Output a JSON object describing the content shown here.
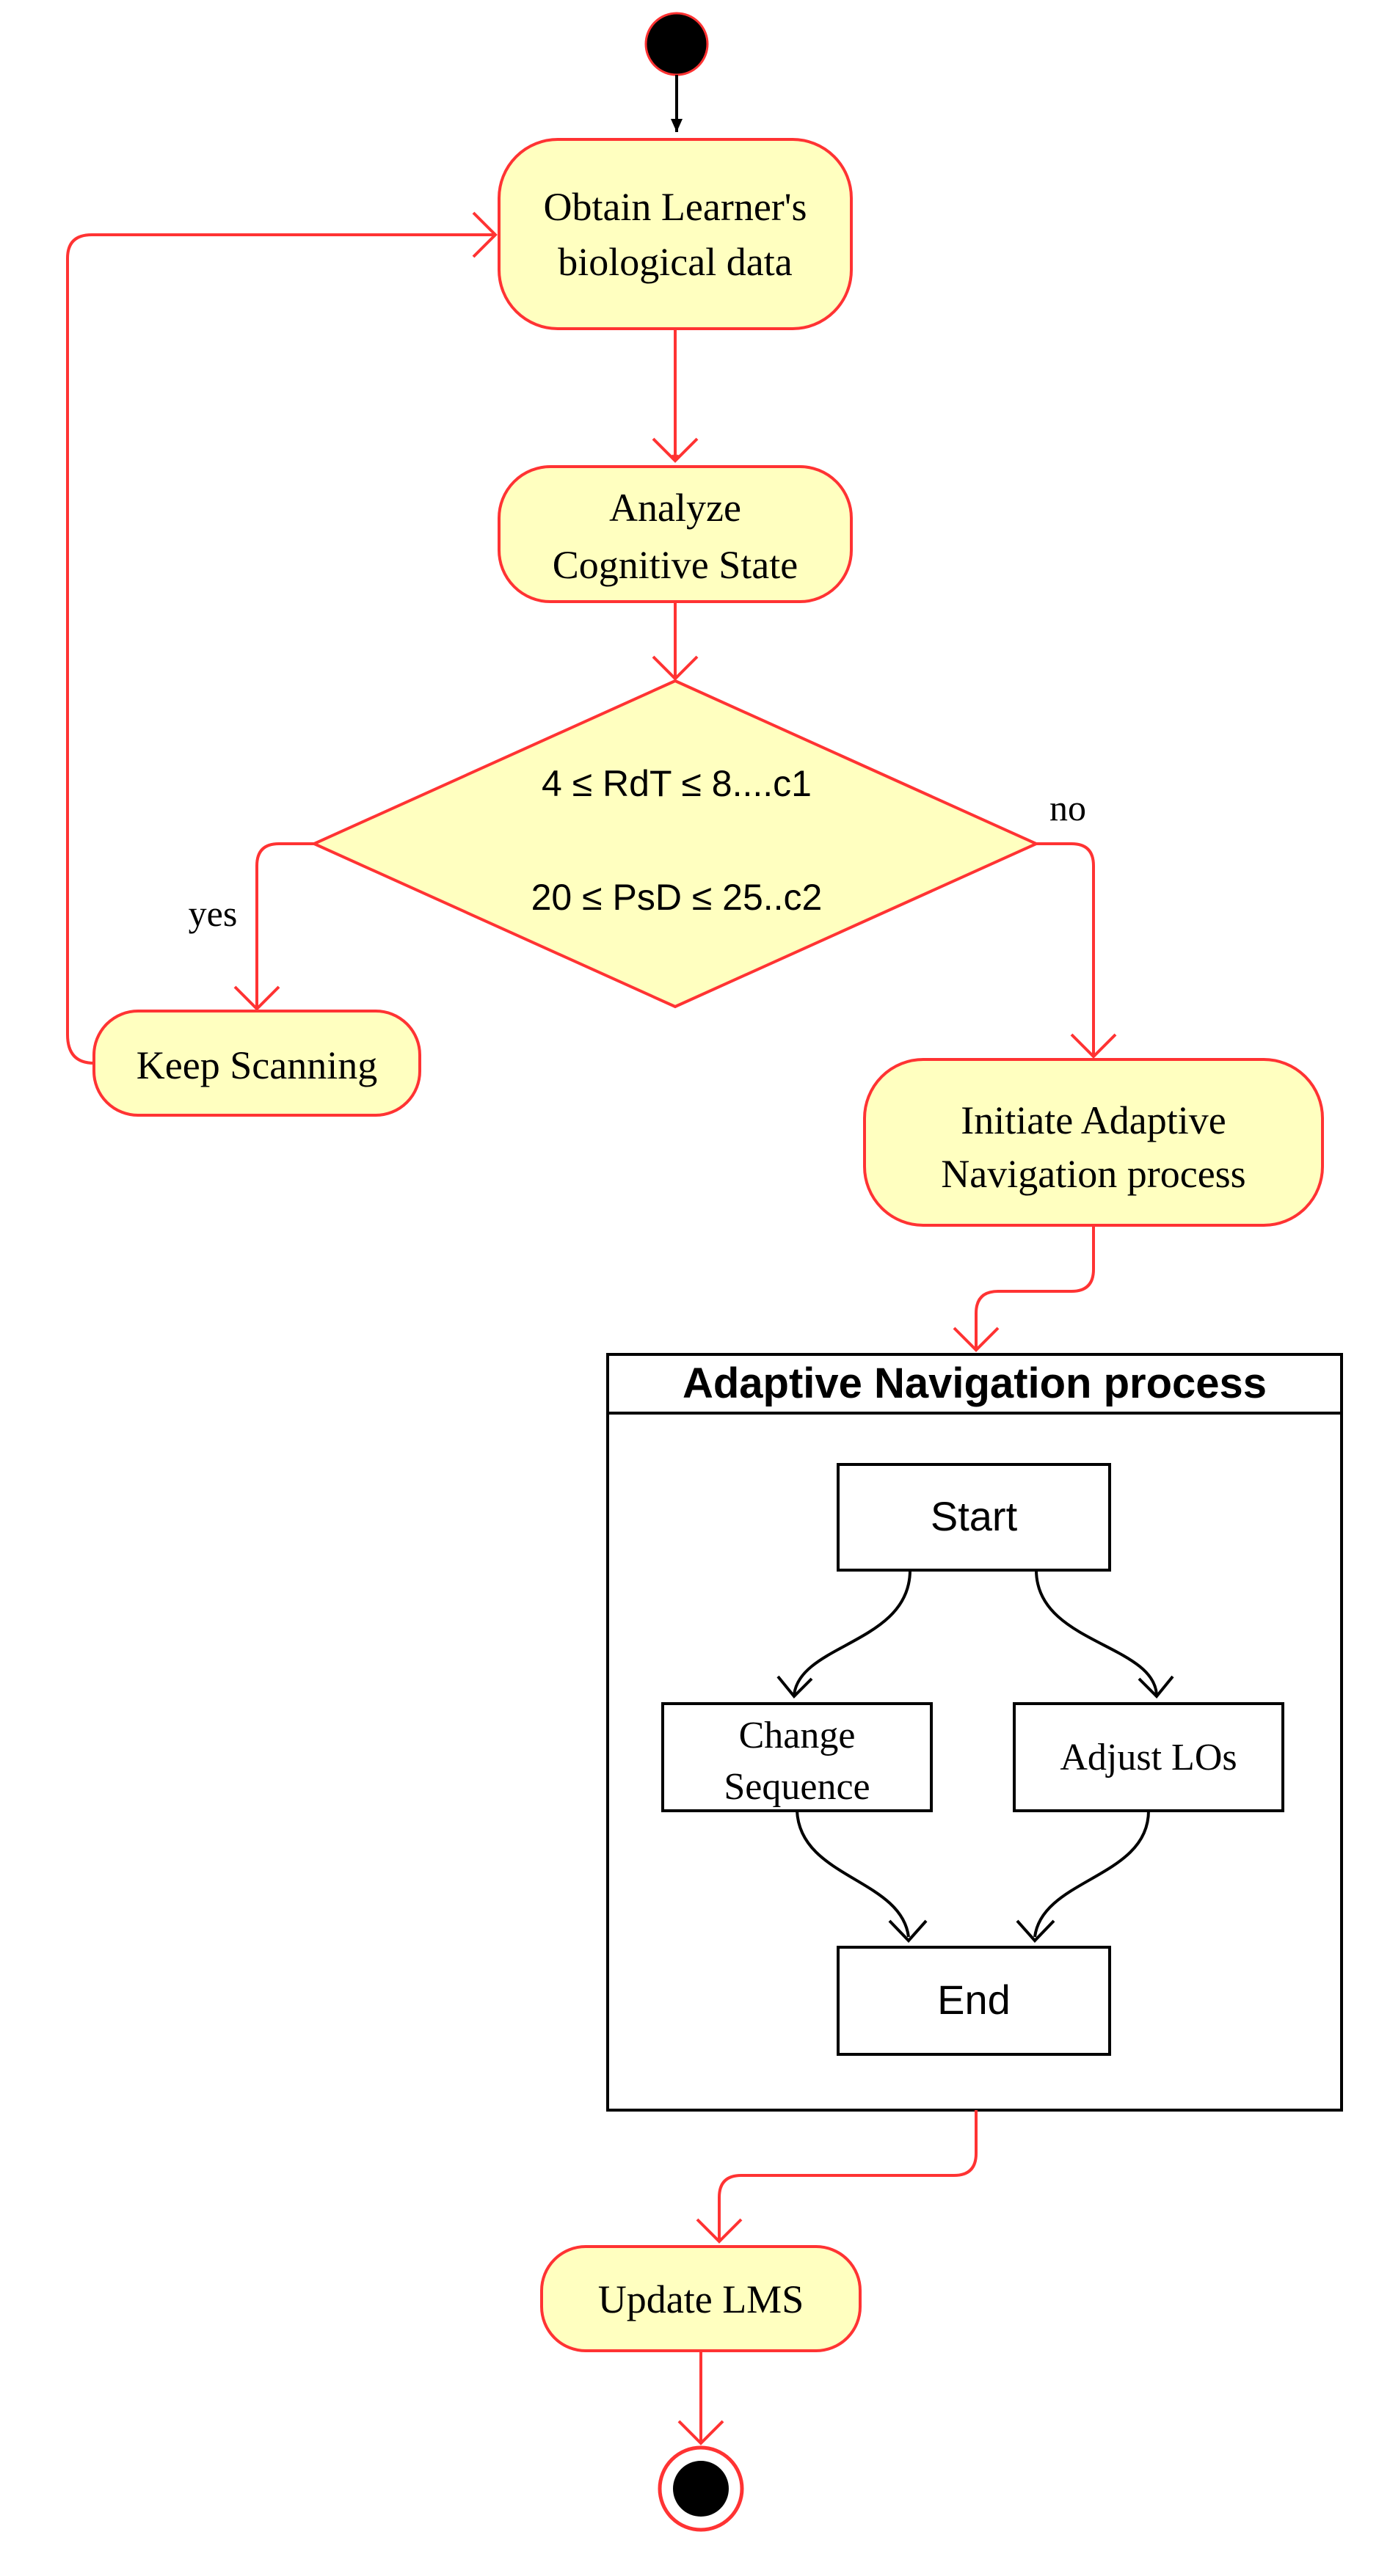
{
  "colors": {
    "flow_stroke": "#ff3333",
    "node_fill": "#ffffc0",
    "node_stroke": "#ff3333",
    "inner_stroke": "#000000",
    "background": "#ffffff"
  },
  "nodes": {
    "obtain": {
      "line1": "Obtain Learner's",
      "line2": "biological data"
    },
    "analyze": {
      "line1": "Analyze",
      "line2": "Cognitive State"
    },
    "decision": {
      "line1": "4 ≤  RdT ≤ 8....c1",
      "line2": "20 ≤ PsD ≤ 25..c2"
    },
    "keep_scanning": {
      "label": "Keep Scanning"
    },
    "initiate": {
      "line1": "Initiate Adaptive",
      "line2": "Navigation process"
    },
    "update_lms": {
      "label": "Update LMS"
    }
  },
  "edges": {
    "yes_label": "yes",
    "no_label": "no"
  },
  "subprocess": {
    "title": "Adaptive Navigation process",
    "start": "Start",
    "change_sequence_line1": "Change",
    "change_sequence_line2": "Sequence",
    "adjust": "Adjust LOs",
    "end": "End"
  }
}
